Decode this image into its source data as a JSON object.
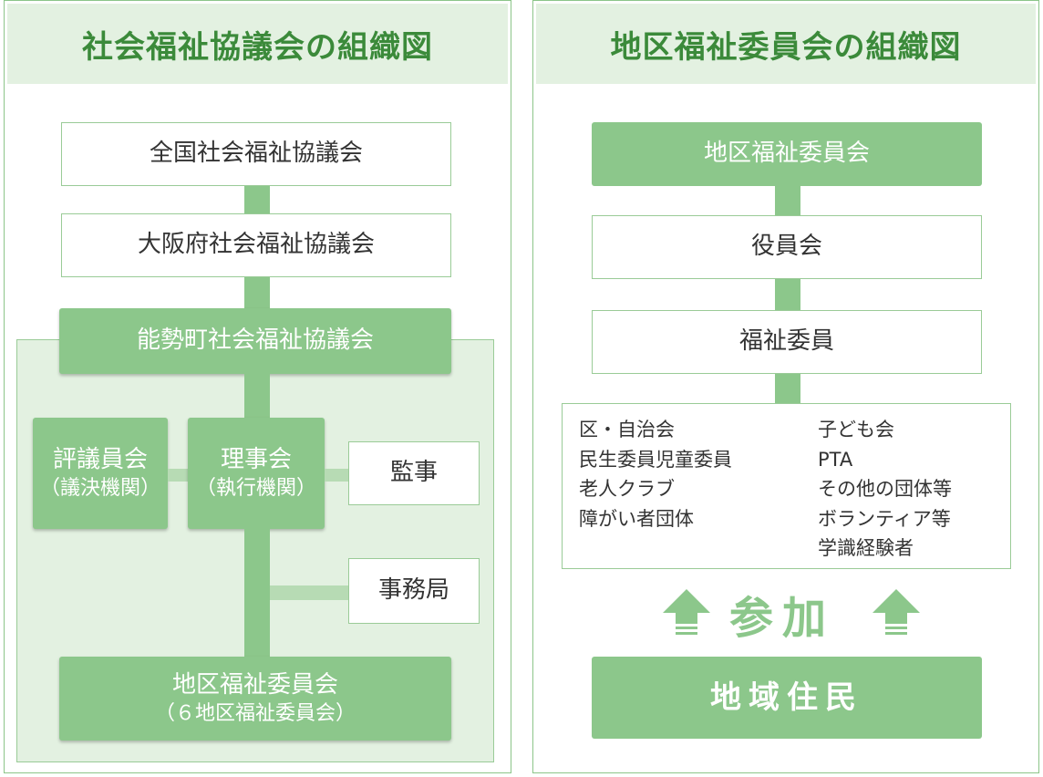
{
  "left_panel": {
    "title": "社会福祉協議会の組織図",
    "national_council": "全国社会福祉協議会",
    "osaka_council": "大阪府社会福祉協議会",
    "nose_council": "能勢町社会福祉協議会",
    "councilors": {
      "label": "評議員会",
      "sub": "（議決機関）"
    },
    "board": {
      "label": "理事会",
      "sub": "（執行機関）"
    },
    "auditor": "監事",
    "secretariat": "事務局",
    "district": {
      "label": "地区福祉委員会",
      "sub": "（６地区福祉委員会）"
    }
  },
  "right_panel": {
    "title": "地区福祉委員会の組織図",
    "district_committee": "地区福祉委員会",
    "officers": "役員会",
    "welfare_members": "福祉委員",
    "members_col1": [
      "区・自治会",
      "民生委員児童委員",
      "老人クラブ",
      "障がい者団体"
    ],
    "members_col2": [
      "子ども会",
      "PTA",
      "その他の団体等",
      "ボランティア等",
      "学識経験者"
    ],
    "participation": "参加",
    "residents": "地域住民"
  },
  "colors": {
    "panel_border": "#8cc589",
    "title_bg": "#e3f1e1",
    "title_text": "#3b8a3a",
    "green_box": "#8cc78b",
    "connector_light": "#b7dbb4"
  }
}
